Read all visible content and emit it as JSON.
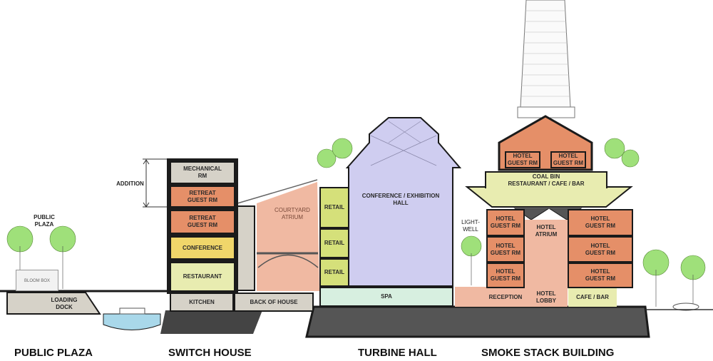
{
  "sections": {
    "public_plaza": "PUBLIC PLAZA",
    "switch_house": "SWITCH HOUSE",
    "turbine_hall": "TURBINE HALL",
    "smoke_stack": "SMOKE STACK BUILDING"
  },
  "plaza": {
    "label": "PUBLIC\nPLAZA",
    "bloom_box": "BLOOM BOX",
    "loading_dock": "LOADING\nDOCK"
  },
  "switch_house": {
    "addition": "ADDITION",
    "mechanical": "MECHANICAL\nRM",
    "retreat1": "RETREAT\nGUEST RM",
    "retreat2": "RETREAT\nGUEST RM",
    "conference": "CONFERENCE",
    "restaurant": "RESTAURANT",
    "kitchen": "KITCHEN",
    "back_of_house": "BACK OF HOUSE",
    "courtyard": "COURTYARD\nATRIUM"
  },
  "turbine_hall": {
    "retail": [
      "RETAIL",
      "RETAIL",
      "RETAIL"
    ],
    "hall": "CONFERENCE / EXHIBITION\nHALL",
    "spa": "SPA",
    "lightwell": "LIGHT-\nWELL"
  },
  "smoke_stack": {
    "top_rooms": [
      "HOTEL\nGUEST RM",
      "HOTEL\nGUEST RM"
    ],
    "coal_bin": "COAL BIN\nRESTAURANT / CAFE / BAR",
    "left_rooms": [
      "HOTEL\nGUEST RM",
      "HOTEL\nGUEST RM",
      "HOTEL\nGUEST RM"
    ],
    "right_rooms": [
      "HOTEL\nGUEST RM",
      "HOTEL\nGUEST RM",
      "HOTEL\nGUEST RM"
    ],
    "atrium": "HOTEL\nATRIUM",
    "reception": "RECEPTION",
    "lobby": "HOTEL\nLOBBY",
    "cafe_bar": "CAFE / BAR"
  }
}
